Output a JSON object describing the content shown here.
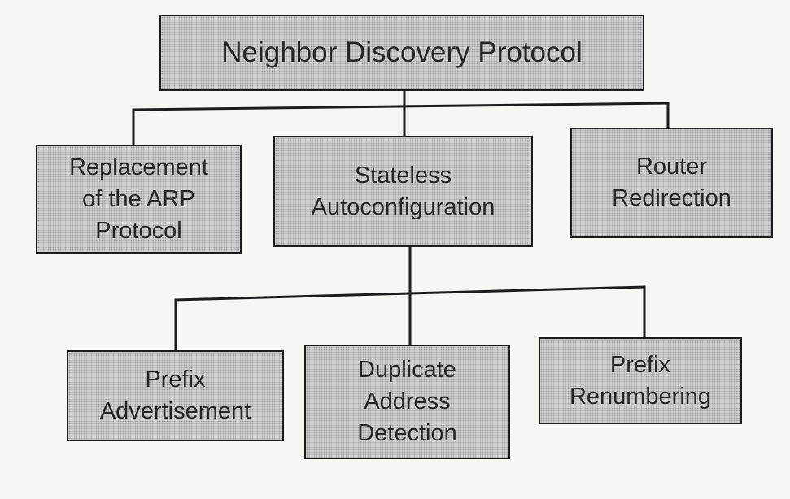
{
  "diagram": {
    "root": {
      "label": "Neighbor Discovery Protocol"
    },
    "functions": [
      {
        "label": "Replacement\nof the ARP\nProtocol"
      },
      {
        "label": "Stateless\nAutoconfiguration"
      },
      {
        "label": "Router\nRedirection"
      }
    ],
    "autoconfiguration_parts": [
      {
        "label": "Prefix\nAdvertisement"
      },
      {
        "label": "Duplicate\nAddress\nDetection"
      },
      {
        "label": "Prefix\nRenumbering"
      }
    ],
    "edges": [
      {
        "from": "Neighbor Discovery Protocol",
        "to": "Replacement of the ARP Protocol"
      },
      {
        "from": "Neighbor Discovery Protocol",
        "to": "Stateless Autoconfiguration"
      },
      {
        "from": "Neighbor Discovery Protocol",
        "to": "Router Redirection"
      },
      {
        "from": "Stateless Autoconfiguration",
        "to": "Prefix Advertisement"
      },
      {
        "from": "Stateless Autoconfiguration",
        "to": "Duplicate Address Detection"
      },
      {
        "from": "Stateless Autoconfiguration",
        "to": "Prefix Renumbering"
      }
    ]
  }
}
